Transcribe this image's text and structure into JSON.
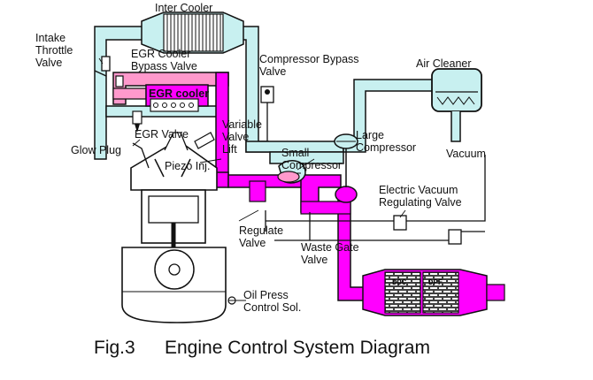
{
  "diagram": {
    "caption_fig": "Fig.3",
    "caption_title": "Engine Control System Diagram",
    "labels": {
      "inter_cooler": "Inter Cooler",
      "intake_throttle_valve": "Intake\nThrottle\nValve",
      "egr_cooler_bypass_valve": "EGR Cooler\nBypass Valve",
      "egr_cooler": "EGR cooler",
      "egr_valve": "EGR Valve",
      "glow_plug": "Glow Plug",
      "piezo_inj": "Piezo Inj.",
      "variable_valve_lift": "Variable\nValve\nLift",
      "compressor_bypass_valve": "Compressor Bypass\nValve",
      "air_cleaner": "Air Cleaner",
      "large_compressor": "Large\nCompressor",
      "small_compressor": "Small\nCompressor",
      "vacuum": "Vacuum",
      "electric_vacuum_regulating_valve": "Electric Vacuum\nRegulating Valve",
      "regulate_valve": "Regulate\nValve",
      "waste_gate_valve": "Waste Gate\nValve",
      "oil_press_control_sol": "Oil Press\nControl Sol.",
      "doc": "DOC",
      "dpf": "DPF"
    },
    "colors": {
      "intake_air": "#c8f0f0",
      "exhaust_gas": "#ff00ff",
      "egr_mix": "#ff99cc",
      "outline": "#111111"
    }
  }
}
